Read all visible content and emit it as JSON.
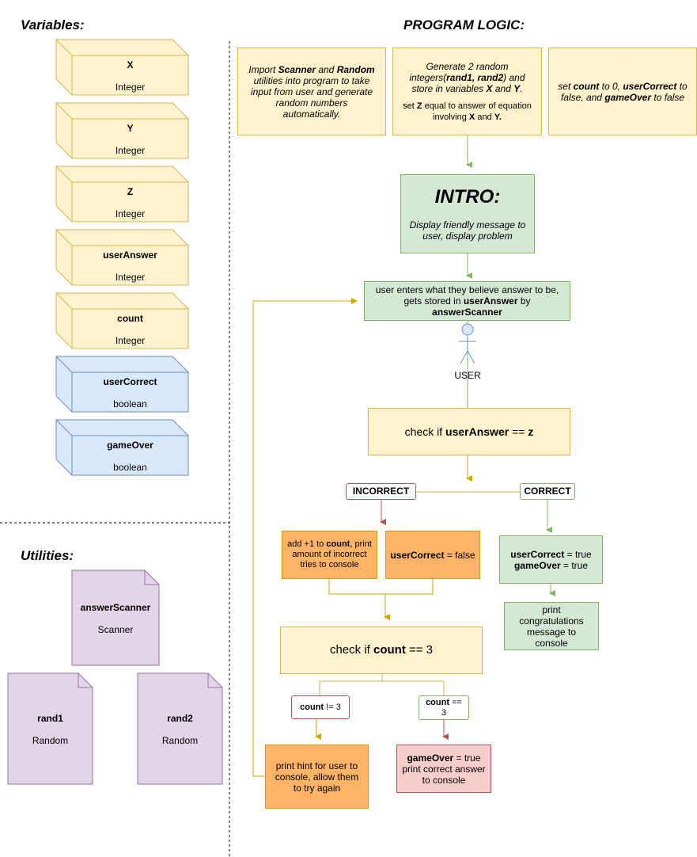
{
  "headings": {
    "variables": "Variables:",
    "program_logic": "PROGRAM LOGIC:",
    "utilities": "Utilities:"
  },
  "variables": [
    {
      "name": "X",
      "type": "Integer",
      "fill": "#fff2cc",
      "stroke": "#d6b656"
    },
    {
      "name": "Y",
      "type": "Integer",
      "fill": "#fff2cc",
      "stroke": "#d6b656"
    },
    {
      "name": "Z",
      "type": "Integer",
      "fill": "#fff2cc",
      "stroke": "#d6b656"
    },
    {
      "name": "userAnswer",
      "type": "Integer",
      "fill": "#fff2cc",
      "stroke": "#d6b656"
    },
    {
      "name": "count",
      "type": "Integer",
      "fill": "#fff2cc",
      "stroke": "#d6b656"
    },
    {
      "name": "userCorrect",
      "type": "boolean",
      "fill": "#dae8fc",
      "stroke": "#6c8ebf"
    },
    {
      "name": "gameOver",
      "type": "boolean",
      "fill": "#dae8fc",
      "stroke": "#6c8ebf"
    }
  ],
  "utilities": [
    {
      "name": "answerScanner",
      "type": "Scanner"
    },
    {
      "name": "rand1",
      "type": "Random"
    },
    {
      "name": "rand2",
      "type": "Random"
    }
  ],
  "steps": {
    "import": {
      "t1": "Import ",
      "b1": "Scanner",
      "t2": " and ",
      "b2": "Random",
      "t3": " utilities into program to take input from user and generate random numbers automatically."
    },
    "generate": {
      "t1": "Generate 2 random integers(",
      "b1": "rand1, rand2",
      "t2": ") and store in variables ",
      "b2": "X",
      "t3": " and ",
      "b3": "Y",
      "t4": ".",
      "s1": "set ",
      "sb1": "Z",
      "s2": " equal to answer of equation involving ",
      "sb2": "X",
      "s3": " and ",
      "sb3": "Y."
    },
    "setvars": {
      "t1": "set ",
      "b1": "count",
      "t2": " to 0, ",
      "b2": "userCorrect",
      "t3": " to false, and ",
      "b3": "gameOver",
      "t4": " to false"
    },
    "intro": {
      "title": "INTRO:",
      "desc": "Display friendly message to user, display problem"
    },
    "enter": {
      "t1": "user enters what they believe answer to be, gets stored in ",
      "b1": "userAnswer",
      "t2": " by ",
      "b2": "answerScanner"
    },
    "user_label": "USER",
    "check_answer": {
      "t1": "check if ",
      "b1": "userAnswer",
      "t2": " == ",
      "b2": "z"
    },
    "incorrect": "INCORRECT",
    "correct": "CORRECT",
    "add_count": {
      "t1": "add +1 to ",
      "b1": "count",
      "t2": ", print amount of incorrect tries to console"
    },
    "set_false": {
      "b1": "userCorrect",
      "t1": " = false"
    },
    "set_true": {
      "b1": "userCorrect",
      "t1": " = true",
      "b2": "gameOver",
      "t2": " = true"
    },
    "congrats": "print congratulations message to console",
    "check_count": {
      "t1": "check if ",
      "b1": "count",
      "t2": " == 3"
    },
    "count_neq": {
      "b1": "count",
      "t1": " != 3"
    },
    "count_eq": {
      "b1": "count",
      "t1": " == 3"
    },
    "hint": "print hint for user to console, allow them to try again",
    "game_over": {
      "b1": "gameOver",
      "t1": " = true print correct answer to console"
    }
  }
}
